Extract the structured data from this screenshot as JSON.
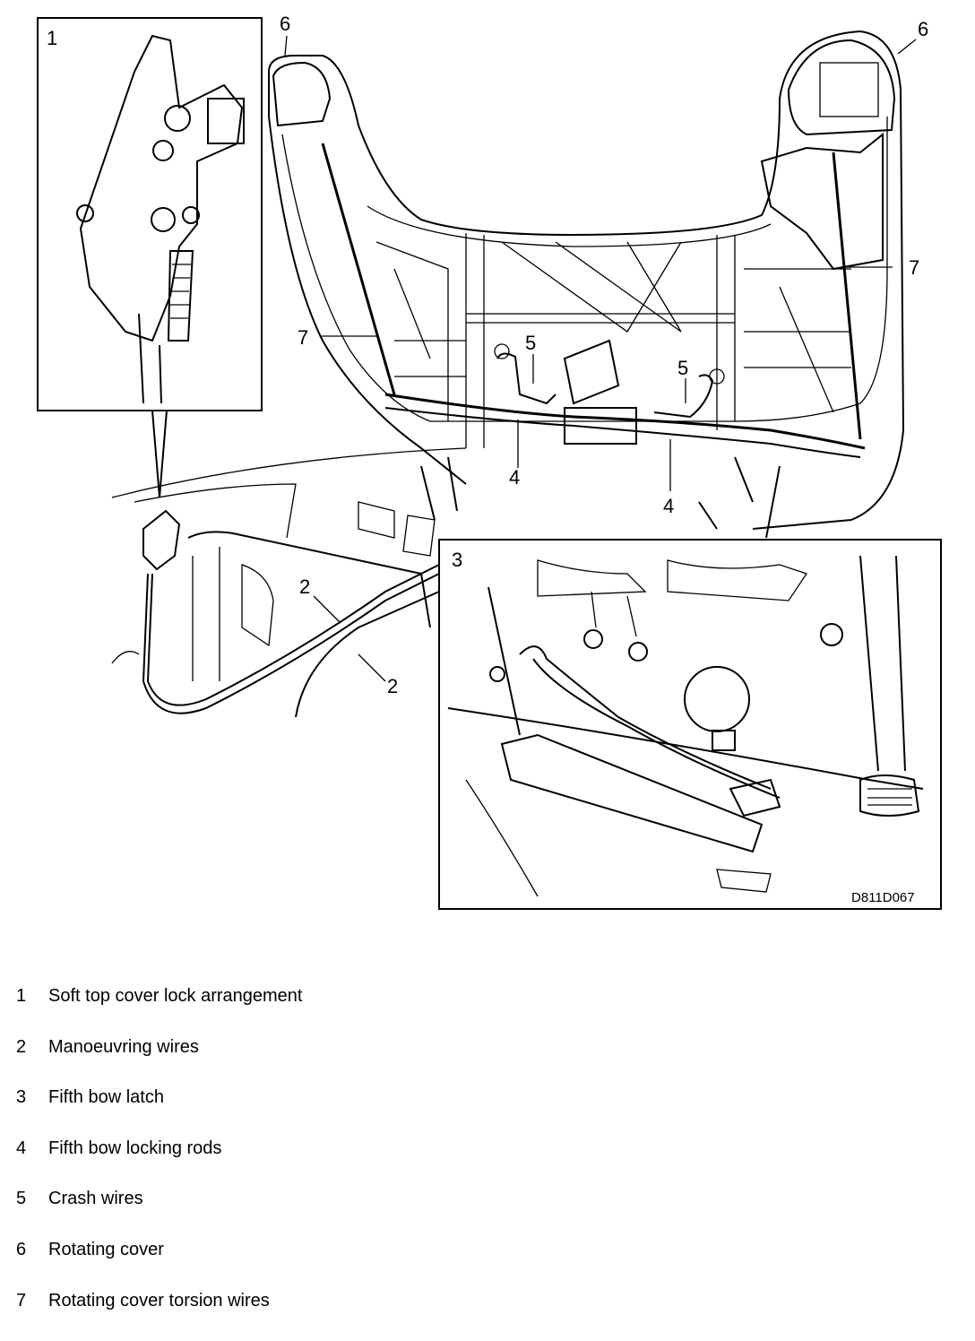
{
  "figure": {
    "callouts": {
      "c1": "1",
      "c2a": "2",
      "c2b": "2",
      "c3": "3",
      "c4a": "4",
      "c4b": "4",
      "c5a": "5",
      "c5b": "5",
      "c6a": "6",
      "c6b": "6",
      "c7a": "7",
      "c7b": "7"
    },
    "drawing_code": "D811D067"
  },
  "legend": {
    "items": [
      {
        "num": "1",
        "label": "Soft top cover lock arrangement"
      },
      {
        "num": "2",
        "label": "Manoeuvring wires"
      },
      {
        "num": "3",
        "label": "Fifth bow latch"
      },
      {
        "num": "4",
        "label": "Fifth bow locking rods"
      },
      {
        "num": "5",
        "label": "Crash wires"
      },
      {
        "num": "6",
        "label": "Rotating cover"
      },
      {
        "num": "7",
        "label": "Rotating cover torsion wires"
      }
    ]
  }
}
